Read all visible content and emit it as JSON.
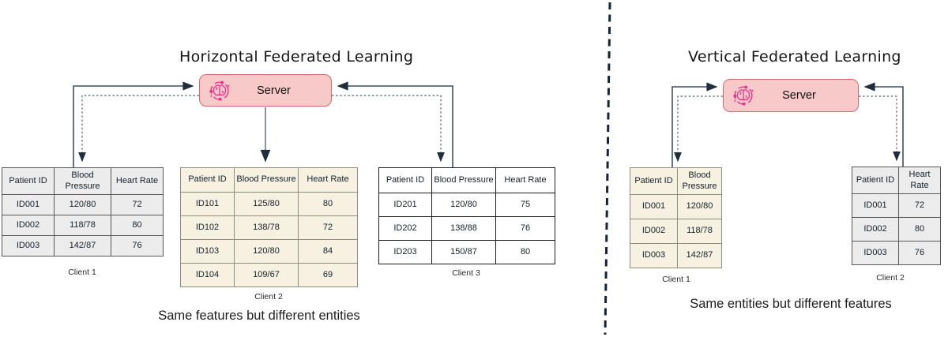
{
  "left_panel": {
    "title": "Horizontal Federated Learning",
    "server": {
      "label": "Server"
    },
    "caption": "Same features but different entities",
    "clients": [
      {
        "label": "Client 1",
        "columns": [
          "Patient ID",
          "Blood Pressure",
          "Heart Rate"
        ],
        "rows": [
          [
            "ID001",
            "120/80",
            "72"
          ],
          [
            "ID002",
            "118/78",
            "80"
          ],
          [
            "ID003",
            "142/87",
            "76"
          ]
        ]
      },
      {
        "label": "Client 2",
        "columns": [
          "Patient ID",
          "Blood Pressure",
          "Heart Rate"
        ],
        "rows": [
          [
            "ID101",
            "125/80",
            "80"
          ],
          [
            "ID102",
            "138/78",
            "72"
          ],
          [
            "ID103",
            "120/80",
            "84"
          ],
          [
            "ID104",
            "109/67",
            "69"
          ]
        ]
      },
      {
        "label": "Client 3",
        "columns": [
          "Patient ID",
          "Blood Pressure",
          "Heart Rate"
        ],
        "rows": [
          [
            "ID201",
            "120/80",
            "75"
          ],
          [
            "ID202",
            "138/88",
            "76"
          ],
          [
            "ID203",
            "150/87",
            "80"
          ]
        ]
      }
    ]
  },
  "right_panel": {
    "title": "Vertical Federated Learning",
    "server": {
      "label": "Server"
    },
    "caption": "Same entities but different features",
    "clients": [
      {
        "label": "Client 1",
        "columns": [
          "Patient ID",
          "Blood Pressure"
        ],
        "rows": [
          [
            "ID001",
            "120/80"
          ],
          [
            "ID002",
            "118/78"
          ],
          [
            "ID003",
            "142/87"
          ]
        ]
      },
      {
        "label": "Client 2",
        "columns": [
          "Patient ID",
          "Heart Rate"
        ],
        "rows": [
          [
            "ID001",
            "72"
          ],
          [
            "ID002",
            "80"
          ],
          [
            "ID003",
            "76"
          ]
        ]
      }
    ]
  },
  "icons": {
    "server_icon": "brain-network-icon"
  },
  "colors": {
    "server_fill": "#f8c9c9",
    "server_border": "#d66a6a",
    "icon_pink": "#ec2f8d",
    "arrow_solid": "#3d4f63",
    "arrow_dotted": "#6e7a87",
    "arrowhead": "#1f2d3d",
    "separator": "#16243a",
    "table_gray_bg": "#ececec",
    "table_cream_bg": "#f6f1e0",
    "table_white_bg": "#ffffff"
  }
}
